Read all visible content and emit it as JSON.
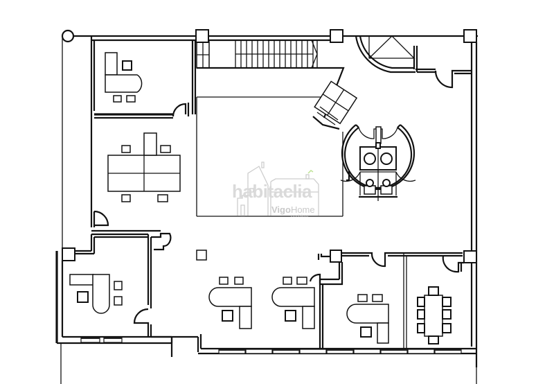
{
  "diagram": {
    "type": "office floor plan",
    "background": "#ffffff",
    "line_color": "#111111"
  },
  "watermark": {
    "site_text": "habitaclia",
    "brand_primary": "Vigo",
    "brand_secondary": "Home",
    "brand_sub": "inmobiliaria",
    "leaf_color": "#b8e08a"
  },
  "rooms": [
    {
      "id": "office-top-left",
      "furniture": [
        "l-desk",
        "chair",
        "2 guest chairs"
      ]
    },
    {
      "id": "open-workspace",
      "furniture": [
        "4-person workstation",
        "4 chairs"
      ]
    },
    {
      "id": "central-void",
      "furniture": []
    },
    {
      "id": "stairs",
      "furniture": [
        "staircase"
      ]
    },
    {
      "id": "round-restrooms",
      "furniture": [
        "2 sinks",
        "2 toilets"
      ]
    },
    {
      "id": "office-bottom-left",
      "furniture": [
        "l-desk",
        "chair",
        "2 guest chairs"
      ]
    },
    {
      "id": "open-desks-bottom",
      "furniture": [
        "2 desks",
        "2 chairs",
        "4 guest chairs"
      ]
    },
    {
      "id": "office-bottom-right",
      "furniture": [
        "desk",
        "chair",
        "2 guest chairs"
      ]
    },
    {
      "id": "meeting-room",
      "furniture": [
        "meeting table",
        "8 chairs"
      ]
    }
  ]
}
